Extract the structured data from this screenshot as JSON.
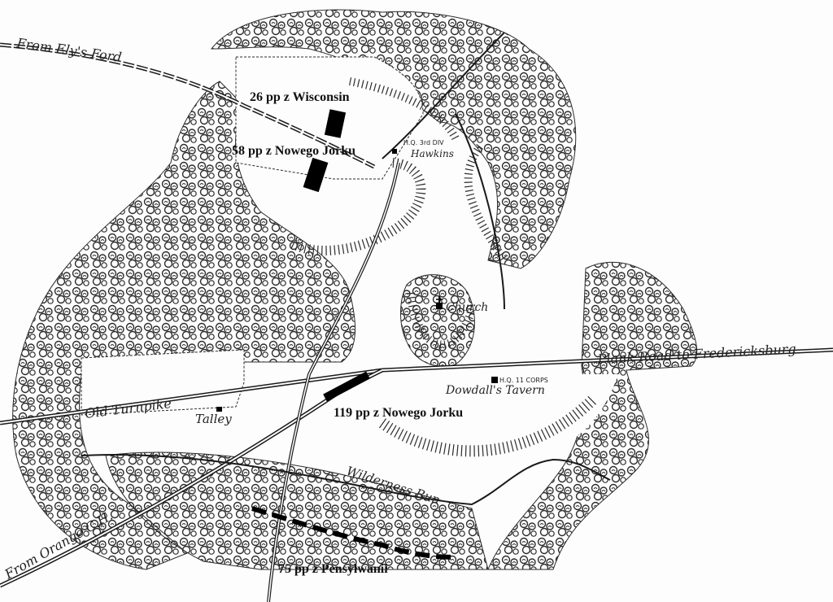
{
  "map": {
    "roads": {
      "elys_ford": "From Ely's Ford",
      "plank_road": "Plank Road to Fredericksburg",
      "old_turnpike": "Old Turnpike",
      "orange_ch": "From Orange C.H.",
      "wilderness_run": "Wilderness Run"
    },
    "places": {
      "church": "Church",
      "dowdalls_tavern": "Dowdall's Tavern",
      "talley": "Talley",
      "hawkins": "Hawkins",
      "hq_3rd_div": "H.Q. 3rd DIV",
      "hq_11_corps": "H.Q. 11 CORPS"
    },
    "units": {
      "u26": "26 pp z Wisconsin",
      "u58": "58 pp z Nowego Jorku",
      "u119": "119 pp z Nowego Jorku",
      "u75": "75 pp z Pensylwanii"
    },
    "colors": {
      "ink": "#1a1a1a",
      "paper": "#fdfdfd",
      "forest": "#2b2b2b"
    }
  }
}
